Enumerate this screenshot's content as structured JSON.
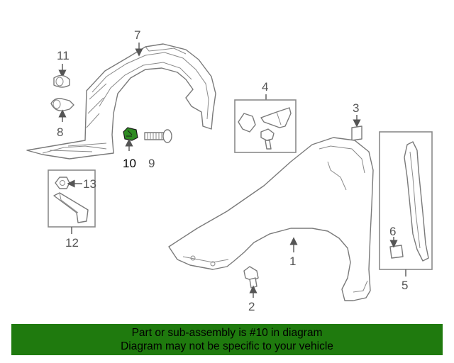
{
  "callouts": {
    "c1": "1",
    "c2": "2",
    "c3": "3",
    "c4": "4",
    "c5": "5",
    "c6": "6",
    "c7": "7",
    "c8": "8",
    "c9": "9",
    "c10": "10",
    "c11": "11",
    "c12": "12",
    "c13": "13"
  },
  "highlight_color": "#2e8b22",
  "banner": {
    "line1": "Part or sub-assembly is #10 in diagram",
    "line2": "Diagram may not be specific to your vehicle",
    "background": "#1f7a0e"
  }
}
